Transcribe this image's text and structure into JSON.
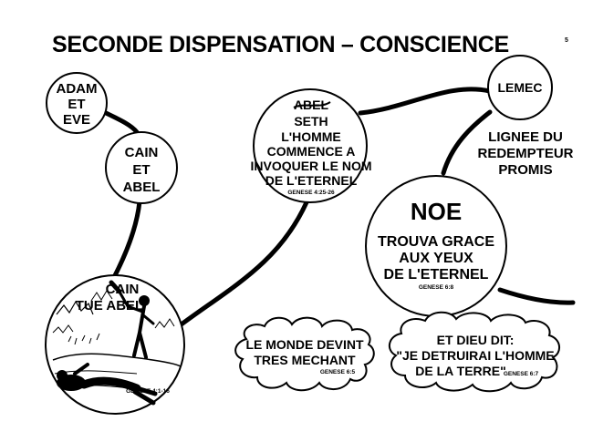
{
  "page": {
    "title": "SECONDE DISPENSATION – CONSCIENCE",
    "page_number": "5"
  },
  "nodes": {
    "adam_eve": [
      "ADAM",
      "ET",
      "EVE"
    ],
    "cain_abel": [
      "CAIN",
      "ET",
      "ABEL"
    ],
    "cain_tue_abel": {
      "lines": [
        "CAIN",
        "TUE ABEL"
      ],
      "reference": "GENESE 4:1-16"
    },
    "seth": {
      "struck_name": "ABEL",
      "lines": [
        "SETH",
        "L'HOMME",
        "COMMENCE A",
        "INVOQUER LE NOM",
        "DE L'ETERNEL"
      ],
      "reference": "GENESE 4:25-26"
    },
    "lemec": "LEMEC",
    "lignee": [
      "LIGNEE DU",
      "REDEMPTEUR",
      "PROMIS"
    ],
    "noe": {
      "name": "NOE",
      "lines": [
        "TROUVA GRACE",
        "AUX YEUX",
        "DE L'ETERNEL"
      ],
      "reference": "GENESE 6:8"
    }
  },
  "clouds": {
    "monde": {
      "lines": [
        "LE MONDE DEVINT",
        "TRES MECHANT"
      ],
      "reference": "GENESE 6:5"
    },
    "dieu": {
      "lines": [
        "ET DIEU DIT:",
        "\"JE DETRUIRAI L'HOMME",
        "DE LA TERRE\""
      ],
      "reference": "GENESE 6:7"
    }
  },
  "colors": {
    "ink": "#000000",
    "paper": "#ffffff"
  }
}
